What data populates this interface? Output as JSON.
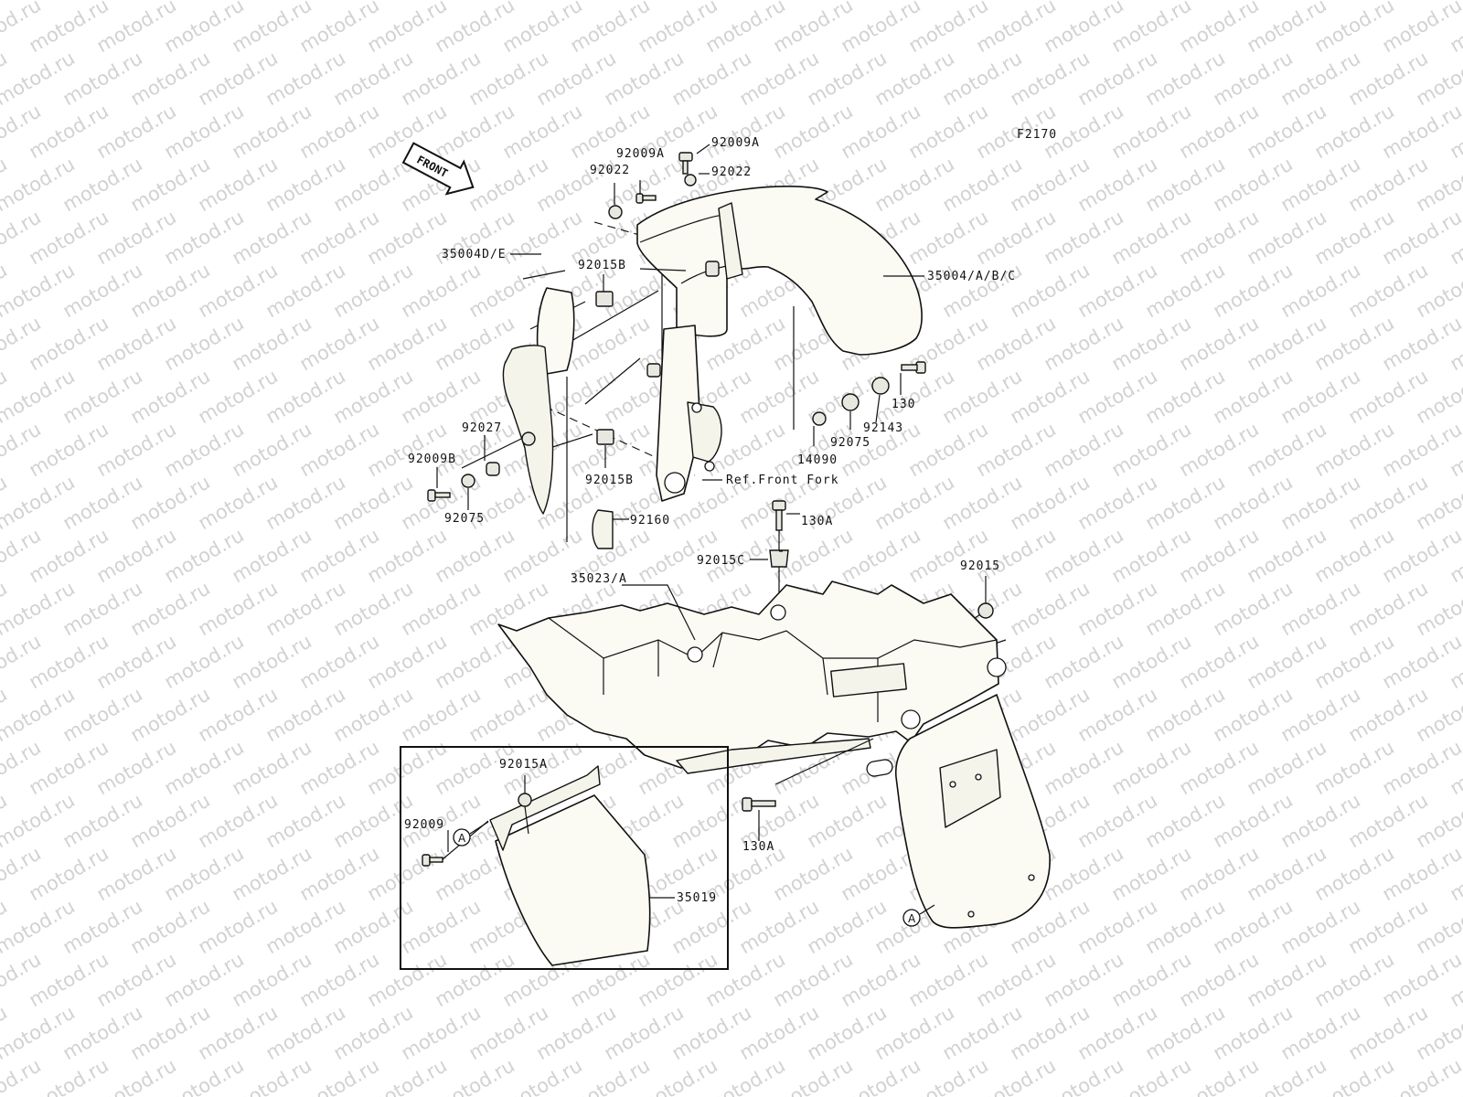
{
  "watermark": "motod.ru",
  "figure_code": "F2170",
  "front_arrow": "FRONT",
  "callout_marker": "A",
  "labels": {
    "p92009A_1": "92009A",
    "p92009A_2": "92009A",
    "p92022_1": "92022",
    "p92022_2": "92022",
    "p35004": "35004/A/B/C",
    "p92015B_1": "92015B",
    "p35004DE": "35004D/E",
    "p130": "130",
    "p92143": "92143",
    "p92075_1": "92075",
    "p14090": "14090",
    "p92027": "92027",
    "p92009B": "92009B",
    "p92015B_2": "92015B",
    "ref_fork": "Ref.Front Fork",
    "p92075_2": "92075",
    "p92160": "92160",
    "p130A_1": "130A",
    "p92015C": "92015C",
    "p92015": "92015",
    "p35023A": "35023/A",
    "p92015A": "92015A",
    "p92009": "92009",
    "p35019": "35019",
    "p130A_2": "130A"
  }
}
